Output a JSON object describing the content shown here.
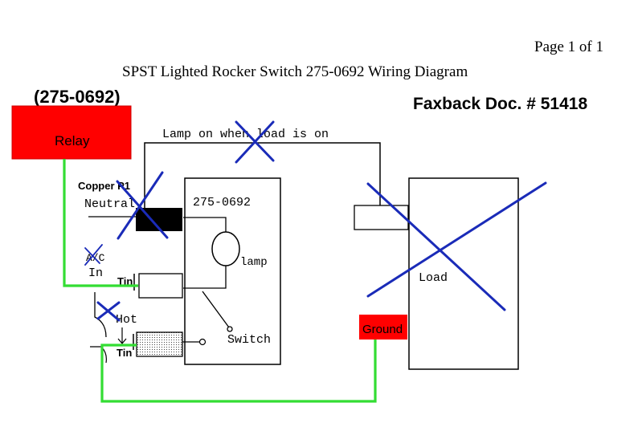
{
  "page_label": "Page 1 of 1",
  "title": "SPST Lighted Rocker Switch 275-0692 Wiring Diagram",
  "part_number_heading": "(275-0692)",
  "faxback_label": "Faxback Doc. # 51418",
  "relay_label": "Relay",
  "ground_label": "Ground",
  "copper_label": "Copper P1",
  "neutral_label": "Neutral",
  "ac_label": "A/C",
  "in_label": "In",
  "tin_top_label": "Tin",
  "hot_label": "Hot",
  "tin_bottom_label": "Tin",
  "lamp_wire_label": "Lamp on when load is on",
  "switch_part_label": "275-0692",
  "lamp_label": "lamp",
  "switch_label": "Switch",
  "load_label": "Load",
  "colors": {
    "red_box": "#ff0000",
    "green_wire": "#33dd33",
    "blue_cross": "#1a2bb8",
    "black": "#000000"
  }
}
